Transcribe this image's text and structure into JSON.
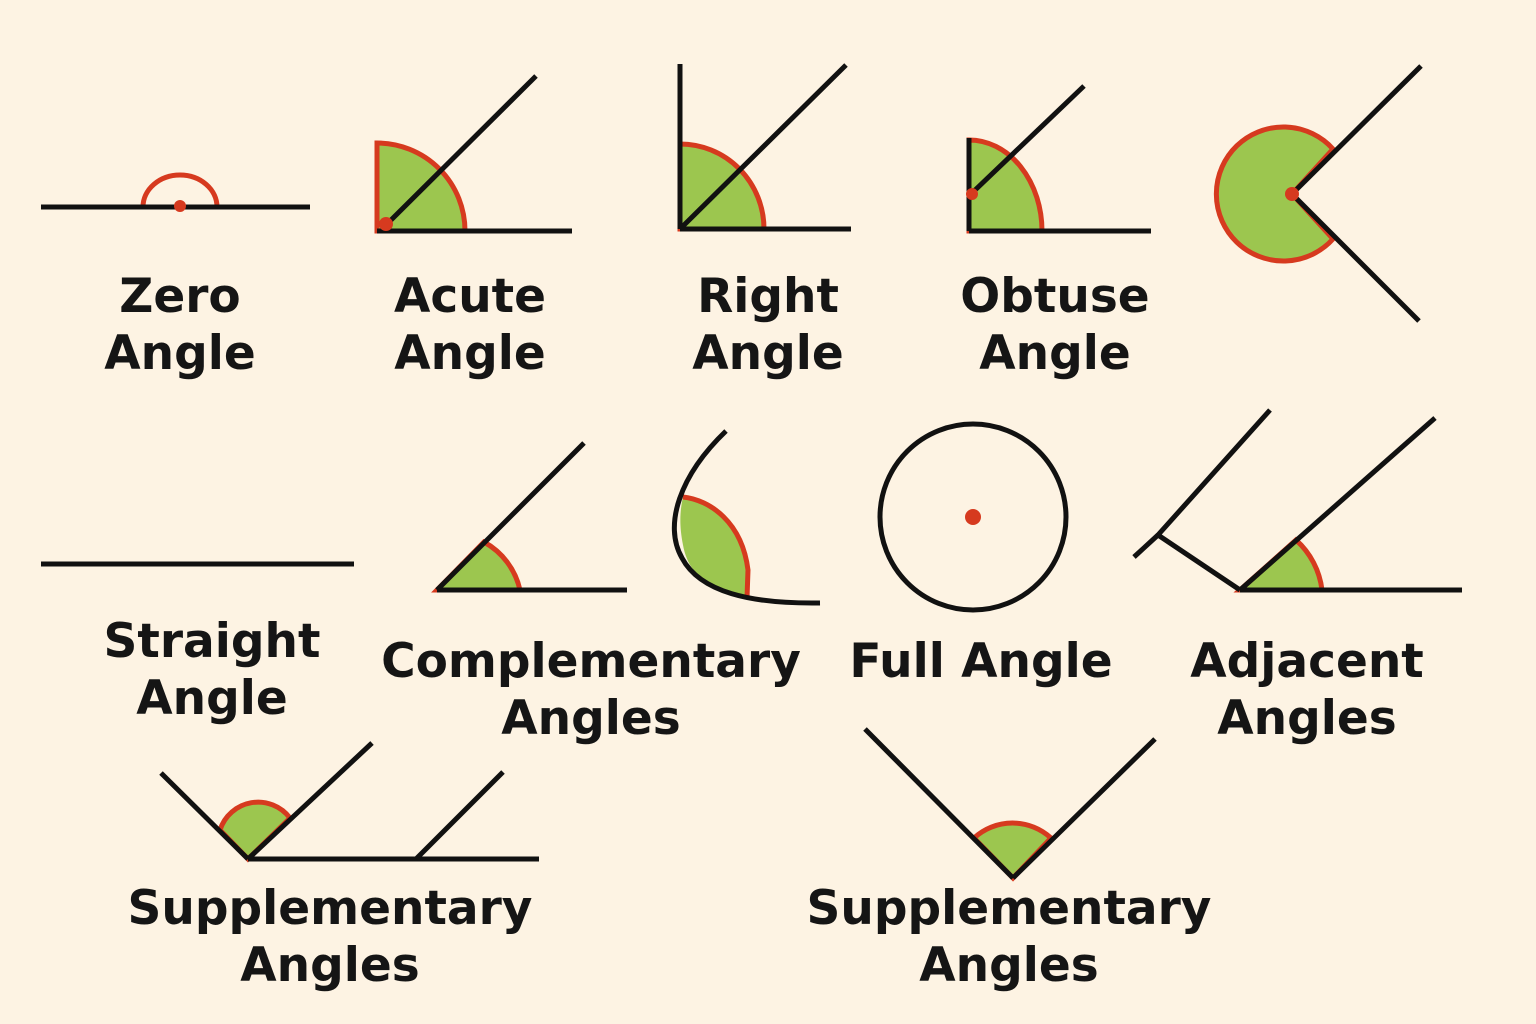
{
  "colors": {
    "background": "#fdf3e3",
    "line": "#111111",
    "arc_outline": "#d63a1f",
    "angle_fill": "#9cc64f",
    "vertex_dot": "#d63a1f",
    "text": "#151515"
  },
  "labels": {
    "zero": [
      "Zero",
      "Angle"
    ],
    "acute": [
      "Acute",
      "Angle"
    ],
    "right": [
      "Right",
      "Angle"
    ],
    "obtuse": [
      "Obtuse",
      "Angle"
    ],
    "straight": [
      "Straight",
      "Angle"
    ],
    "complementary": [
      "Complementary",
      "Angles"
    ],
    "full": [
      "Full Angle"
    ],
    "adjacent": [
      "Adjacent",
      "Angles"
    ],
    "supplementary_1": [
      "Supplementary",
      "Angles"
    ],
    "supplementary_2": [
      "Supplementary",
      "Angles"
    ]
  }
}
